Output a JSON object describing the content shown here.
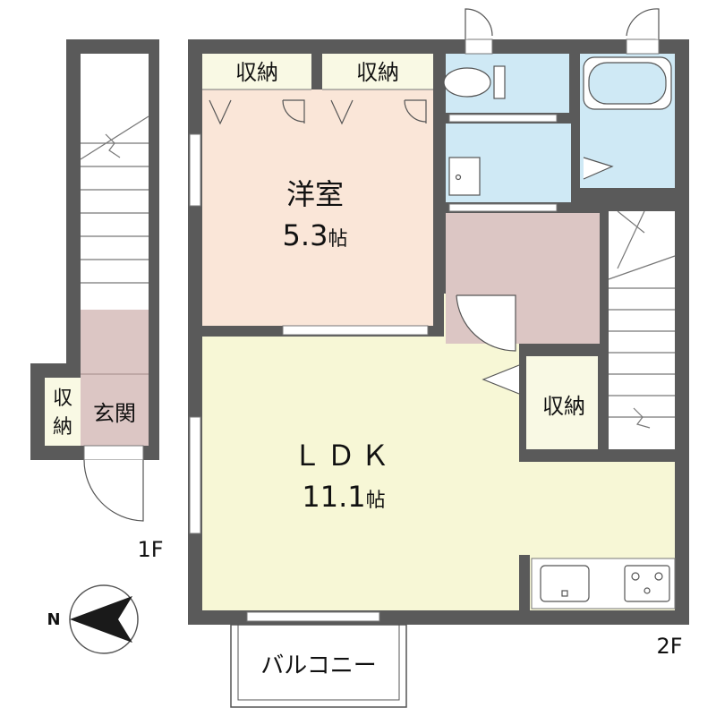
{
  "plan": {
    "rooms": {
      "western_room": {
        "name": "洋室",
        "size": "5.3",
        "unit": "帖"
      },
      "ldk": {
        "name": "ＬＤＫ",
        "size": "11.1",
        "unit": "帖"
      },
      "entrance": {
        "name": "玄関"
      }
    },
    "storage_label": "収納",
    "storage_label_vertical": [
      "収",
      "納"
    ],
    "balcony": "バルコニー",
    "floor_labels": {
      "first": "1F",
      "second": "2F"
    },
    "compass": {
      "north_letter": "N"
    },
    "colors": {
      "wall": "#5a5a5a",
      "western_room": "#fae6d8",
      "ldk": "#f7f7d6",
      "storage": "#f9f9e4",
      "wet_area": "#cfe9f5",
      "hall": "#dcc6c4"
    }
  }
}
